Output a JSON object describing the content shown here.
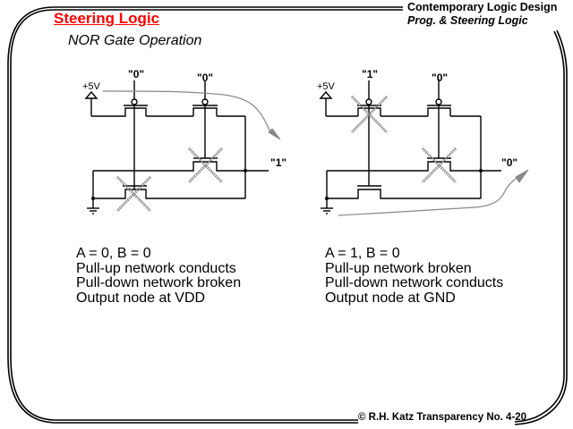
{
  "header": {
    "title": "Steering Logic",
    "subtitle": "NOR Gate Operation",
    "course": "Contemporary  Logic Design",
    "chapter": "Prog. & Steering Logic"
  },
  "colors": {
    "title": "#ff0000",
    "wire": "#000000",
    "cross": "#808080",
    "flow_arrow": "#808080"
  },
  "circuits": [
    {
      "id": "left",
      "supply_label": "+5V",
      "input_a_label": "\"0\"",
      "input_b_label": "\"0\"",
      "output_label": "\"1\"",
      "disabled_transistors": [
        "pulldown-a",
        "pulldown-b"
      ],
      "current_flow": "from +5V through pull-up network to output",
      "description": [
        "A = 0, B = 0",
        "Pull-up network conducts",
        "Pull-down network broken",
        "Output node at VDD"
      ]
    },
    {
      "id": "right",
      "supply_label": "+5V",
      "input_a_label": "\"1\"",
      "input_b_label": "\"0\"",
      "output_label": "\"0\"",
      "disabled_transistors": [
        "pullup-a",
        "pulldown-b"
      ],
      "current_flow": "from output through pull-down network to ground",
      "description": [
        "A = 1, B = 0",
        "Pull-up network broken",
        "Pull-down network conducts",
        "Output node at GND"
      ]
    }
  ],
  "footer": {
    "text": "© R.H. Katz   Transparency No. 4-20"
  }
}
